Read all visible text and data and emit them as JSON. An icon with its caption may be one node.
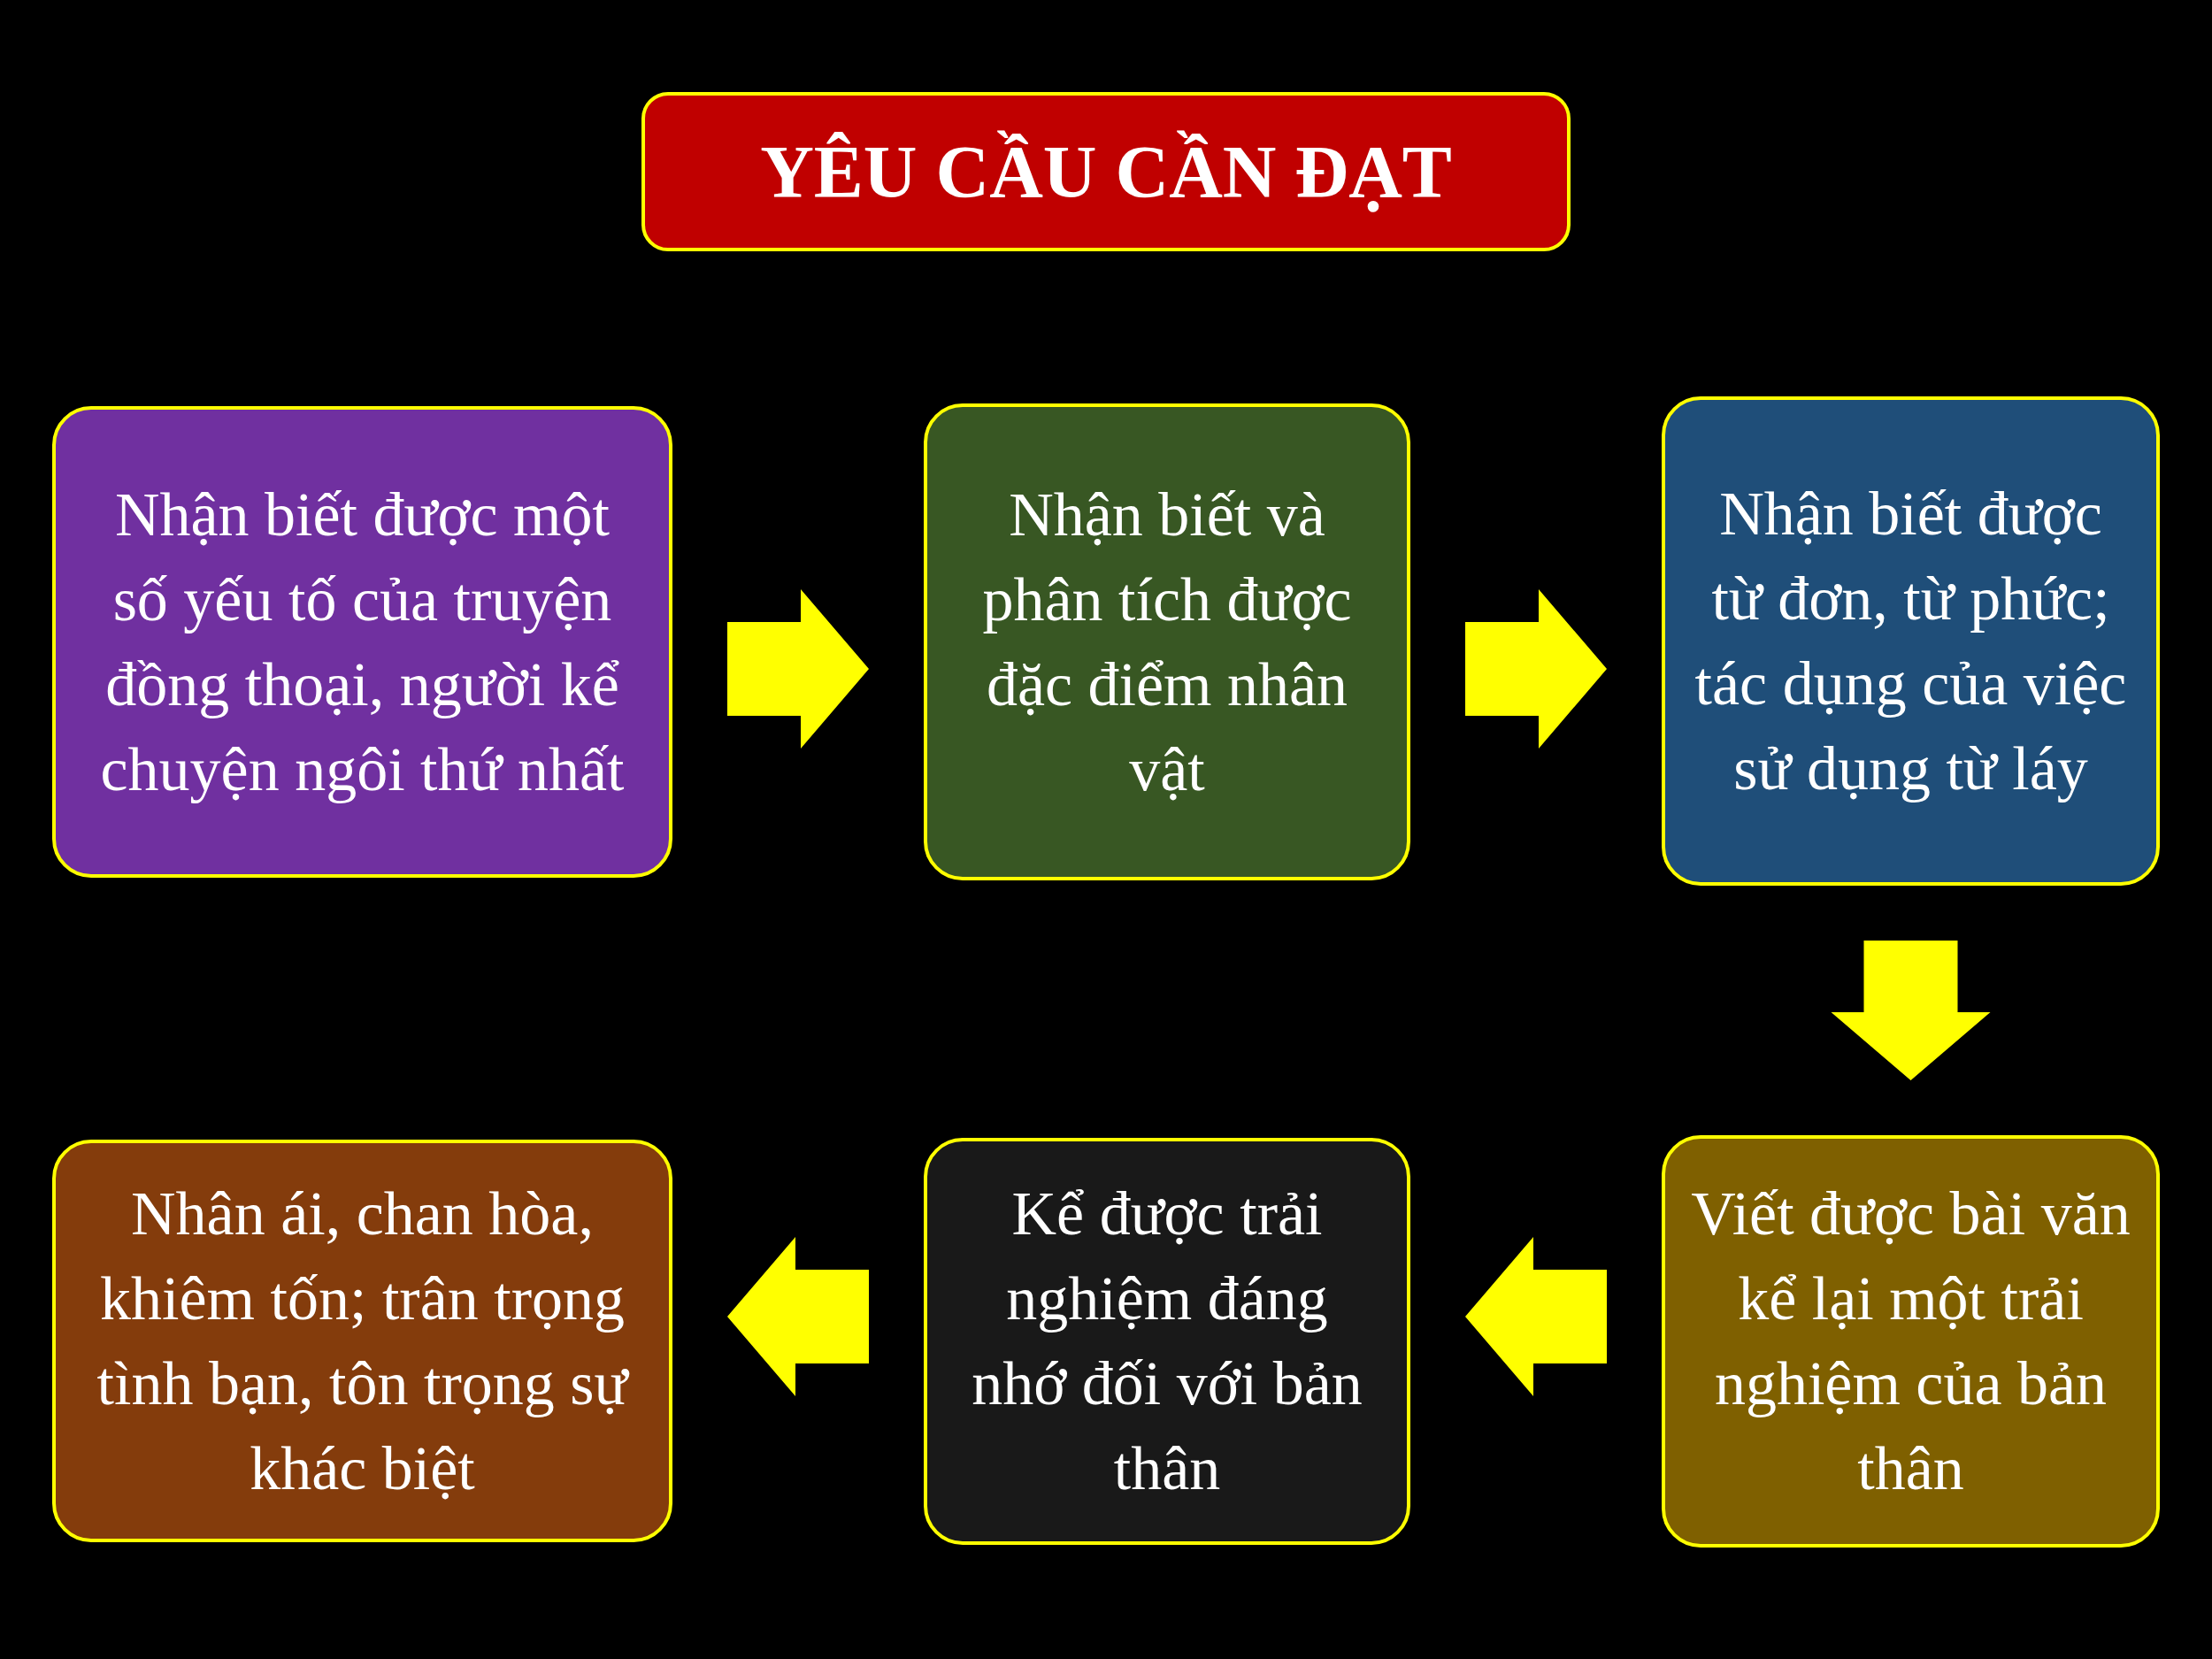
{
  "diagram": {
    "title": "YÊU CẦU CẦN ĐẠT",
    "nodes": [
      {
        "text": [
          "Nhận biết được một số yếu tố của truyện đồng thoại, người kể chuyện ngôi thứ nhất"
        ]
      },
      {
        "text": [
          "Nhận biết và phân tích được đặc điểm nhân vật"
        ]
      },
      {
        "text": [
          "Nhận biết được từ đơn, từ phức; tác dụng của việc sử dụng từ láy"
        ]
      },
      {
        "text": [
          "Viết được bài văn kể lại một trải nghiệm của bản thân"
        ]
      },
      {
        "text": [
          "Kể được trải nghiệm đáng nhớ đối với bản thân"
        ]
      },
      {
        "text": [
          "Nhân ái, chan hòa, khiêm tốn; trân trọng tình bạn, tôn trọng sự khác biệt"
        ]
      }
    ],
    "edges": [
      {
        "from": 0,
        "to": 1,
        "arrow": "to"
      },
      {
        "from": 1,
        "to": 2,
        "arrow": "to"
      },
      {
        "from": 2,
        "to": 3,
        "arrow": "to"
      },
      {
        "from": 3,
        "to": 4,
        "arrow": "to"
      },
      {
        "from": 4,
        "to": 5,
        "arrow": "to"
      }
    ]
  }
}
